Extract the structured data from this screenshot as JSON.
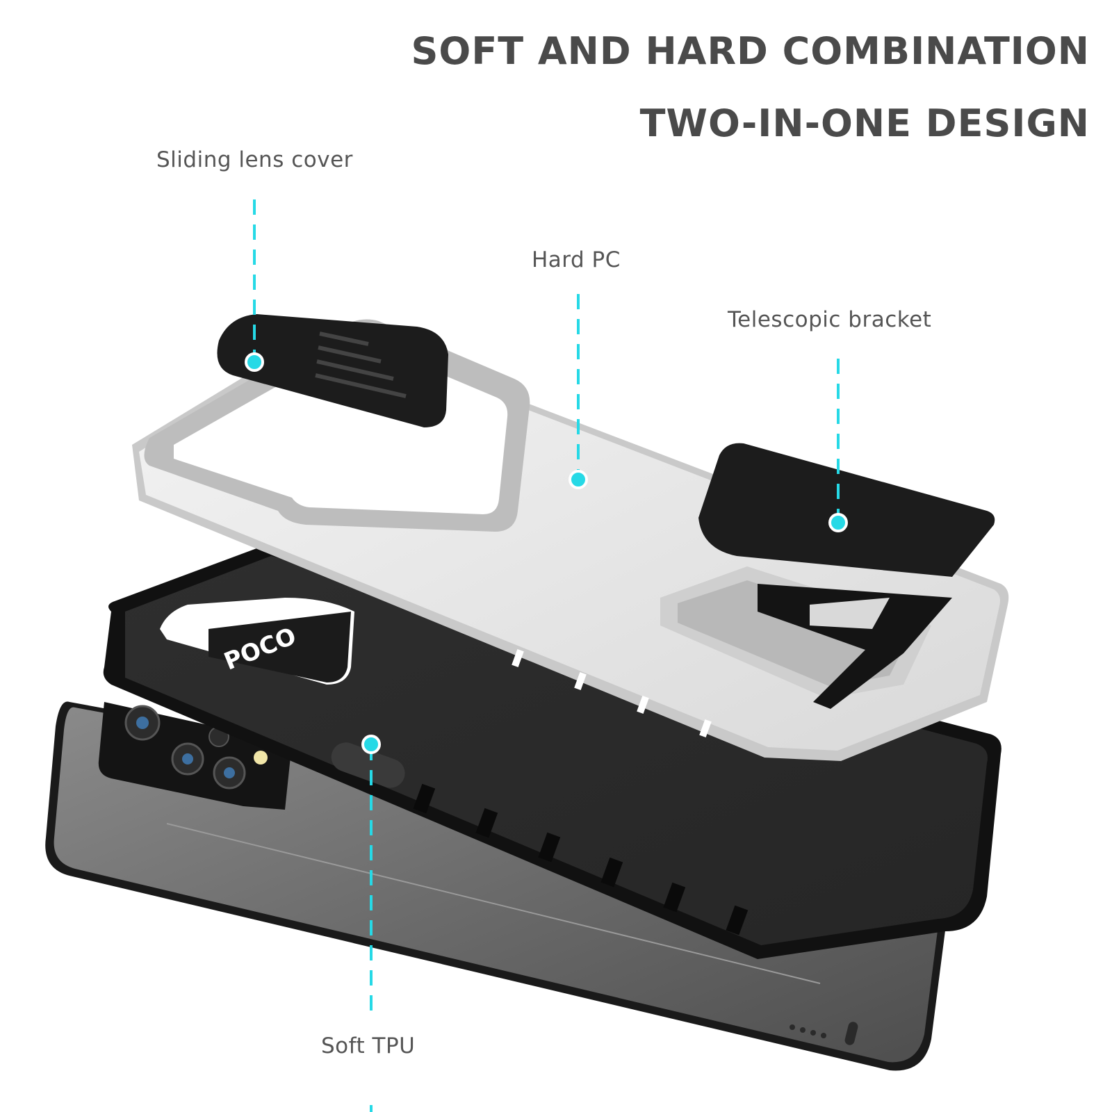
{
  "headline": {
    "line1": "SOFT AND HARD COMBINATION",
    "line2": "TWO-IN-ONE DESIGN"
  },
  "callouts": {
    "sliding_lens_cover": "Sliding lens cover",
    "hard_pc": "Hard PC",
    "telescopic_bracket": "Telescopic bracket",
    "soft_tpu": "Soft TPU"
  },
  "phone_screen_logo": "POCO",
  "colors": {
    "accent": "#26d9e6",
    "heading": "#4a4a4a",
    "label": "#555555",
    "hard_pc_shell": "#e6e6e6",
    "soft_tpu_case": "#1e1e1e",
    "phone_body": "#6b6b6b"
  }
}
